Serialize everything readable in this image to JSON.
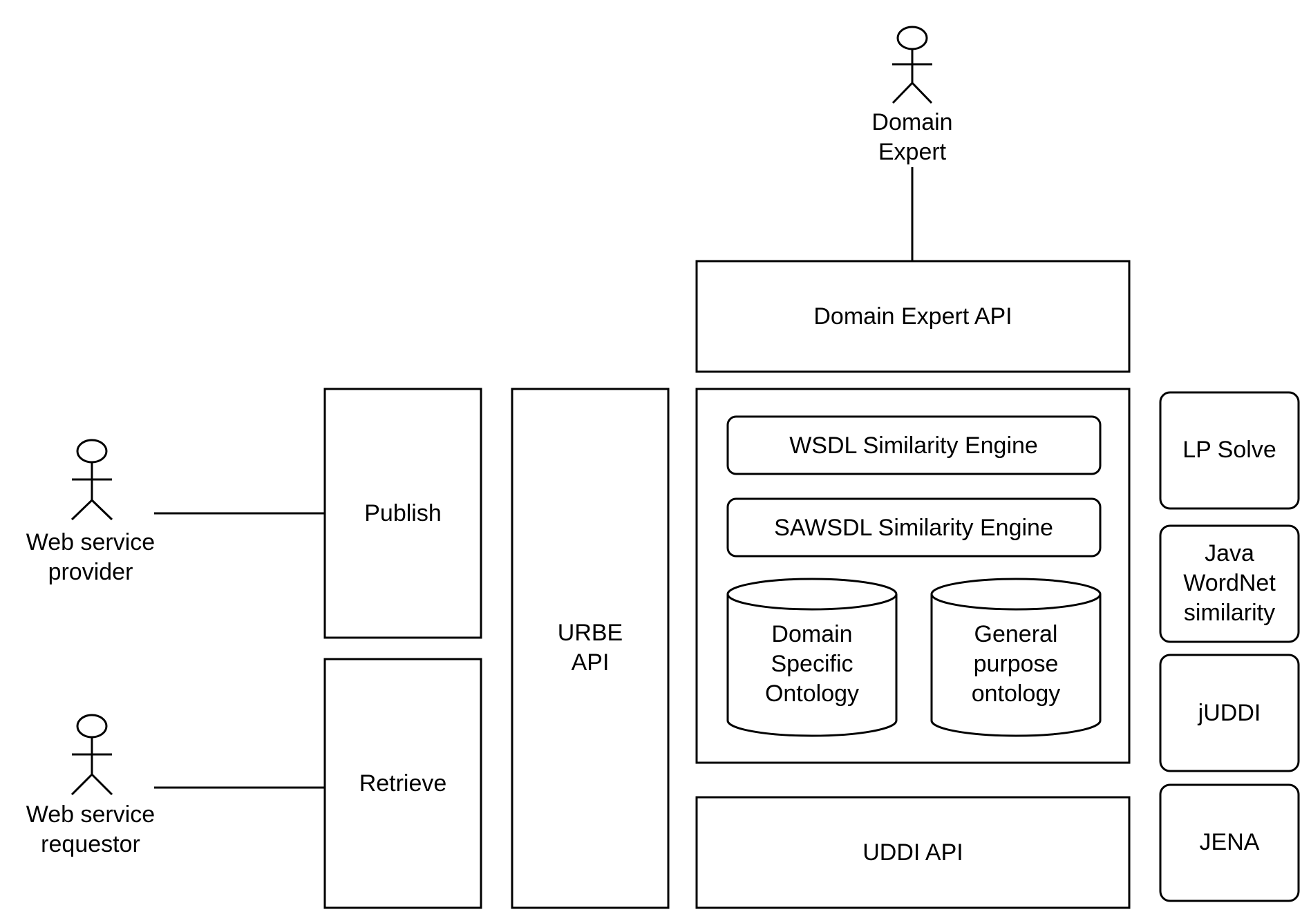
{
  "actors": {
    "domain_expert": [
      "Domain",
      "Expert"
    ],
    "provider": [
      "Web service",
      "provider"
    ],
    "requestor": [
      "Web service",
      "requestor"
    ]
  },
  "boxes": {
    "domain_expert_api": "Domain Expert API",
    "publish": "Publish",
    "retrieve": "Retrieve",
    "urbe_api": [
      "URBE",
      "API"
    ],
    "wsdl_engine": "WSDL Similarity Engine",
    "sawsdl_engine": "SAWSDL Similarity Engine",
    "domain_ontology": [
      "Domain",
      "Specific",
      "Ontology"
    ],
    "general_ontology": [
      "General",
      "purpose",
      "ontology"
    ],
    "uddi_api": "UDDI API"
  },
  "libraries": {
    "lp_solve": "LP Solve",
    "java_wordnet": [
      "Java",
      "WordNet",
      "similarity"
    ],
    "juddi": "jUDDI",
    "jena": "JENA"
  }
}
